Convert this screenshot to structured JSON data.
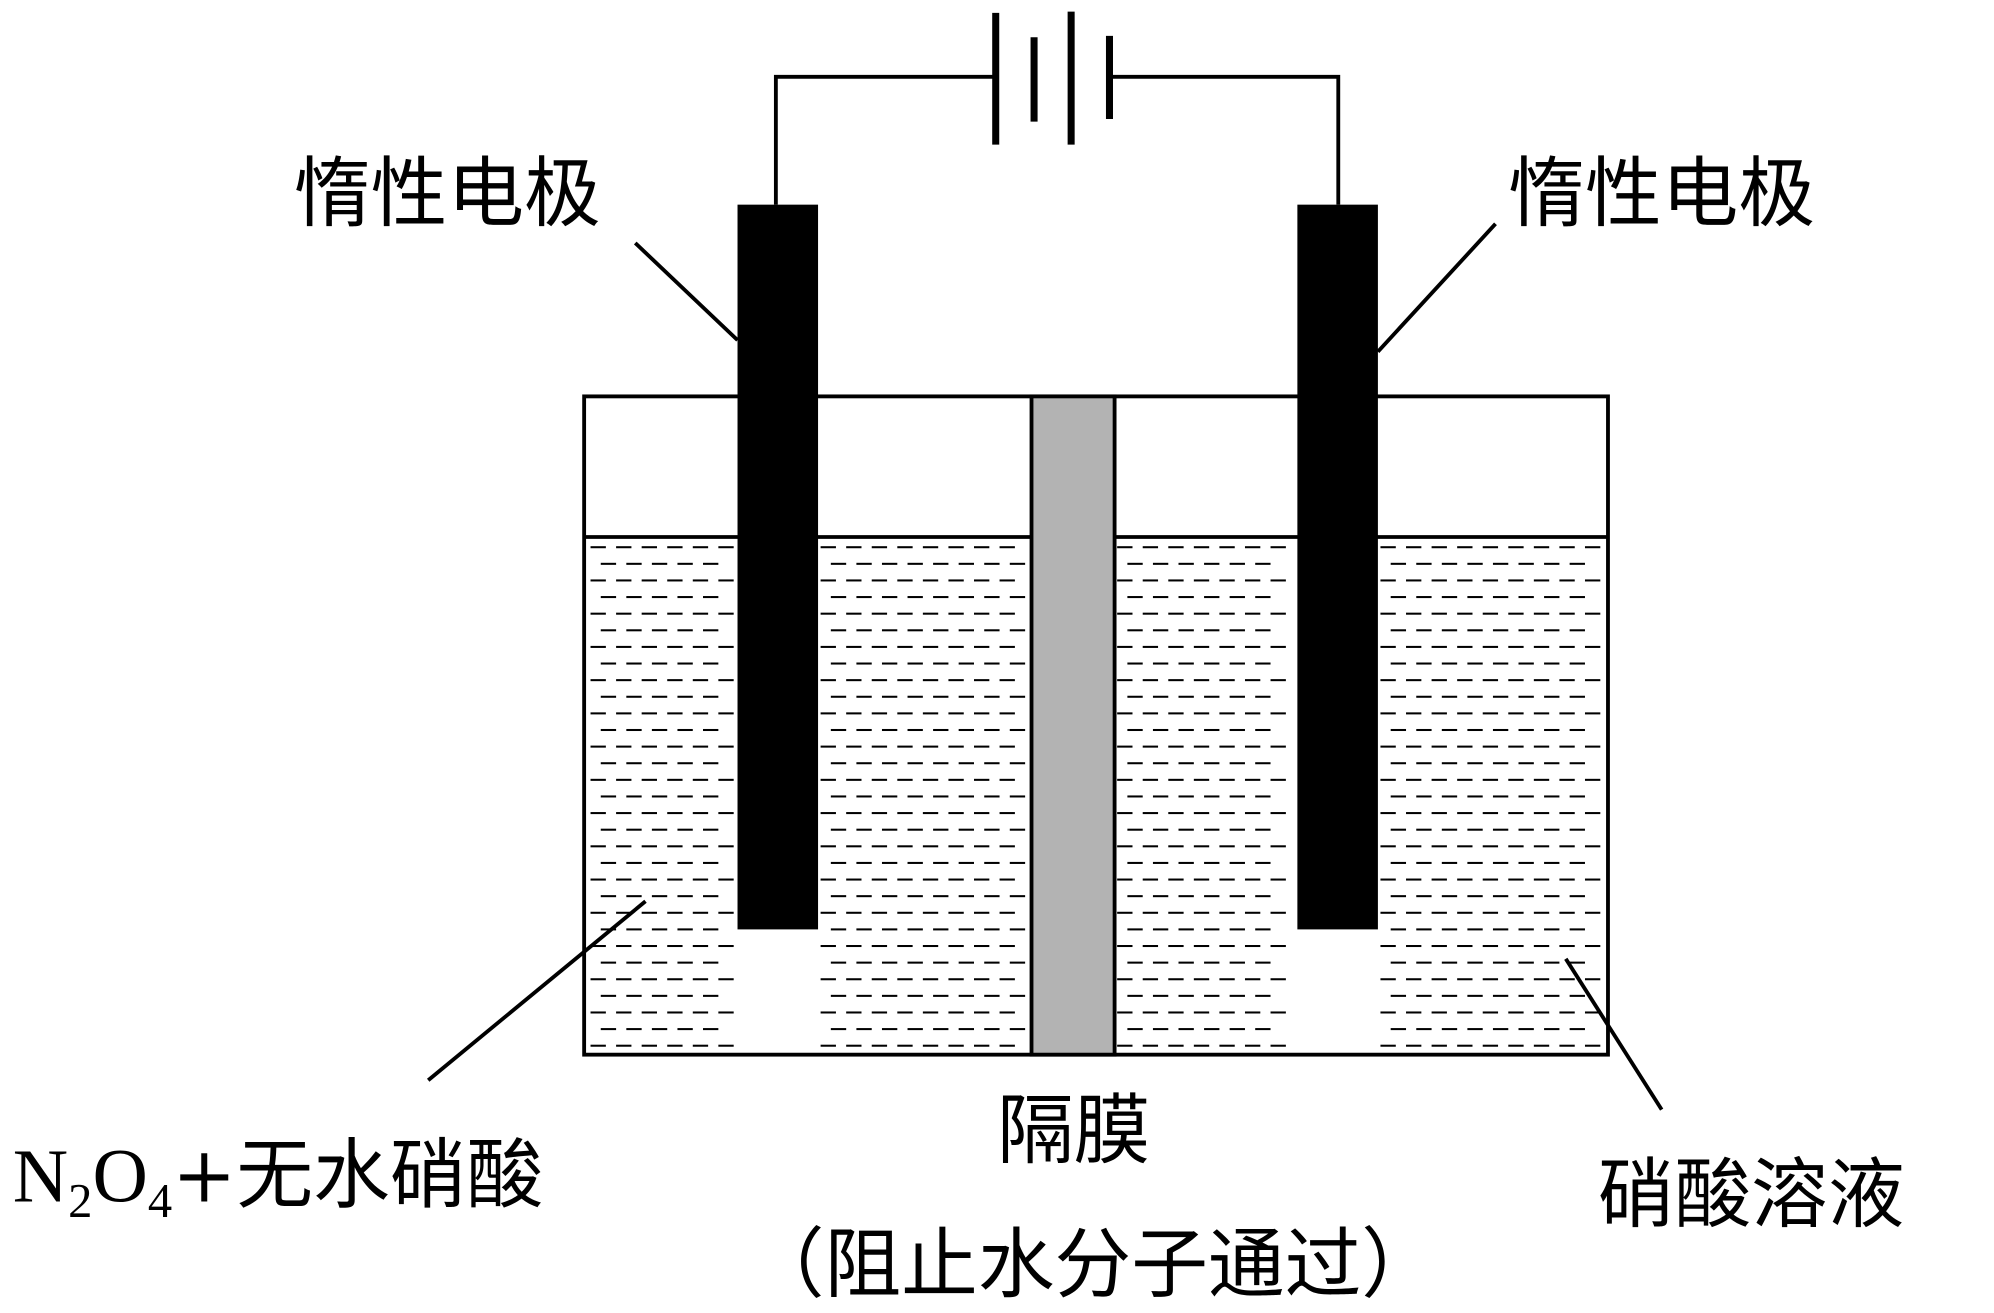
{
  "labels": {
    "left_electrode": "惰性电极",
    "right_electrode": "惰性电极",
    "left_solution": {
      "n": "N",
      "n_sub": "2",
      "o": "O",
      "o_sub": "4",
      "rest": "+无水硝酸"
    },
    "membrane": "隔膜",
    "membrane_note": "（阻止水分子通过）",
    "right_solution": "硝酸溶液"
  },
  "colors": {
    "electrode": "#000000",
    "membrane": "#b3b3b3",
    "line": "#000000"
  }
}
